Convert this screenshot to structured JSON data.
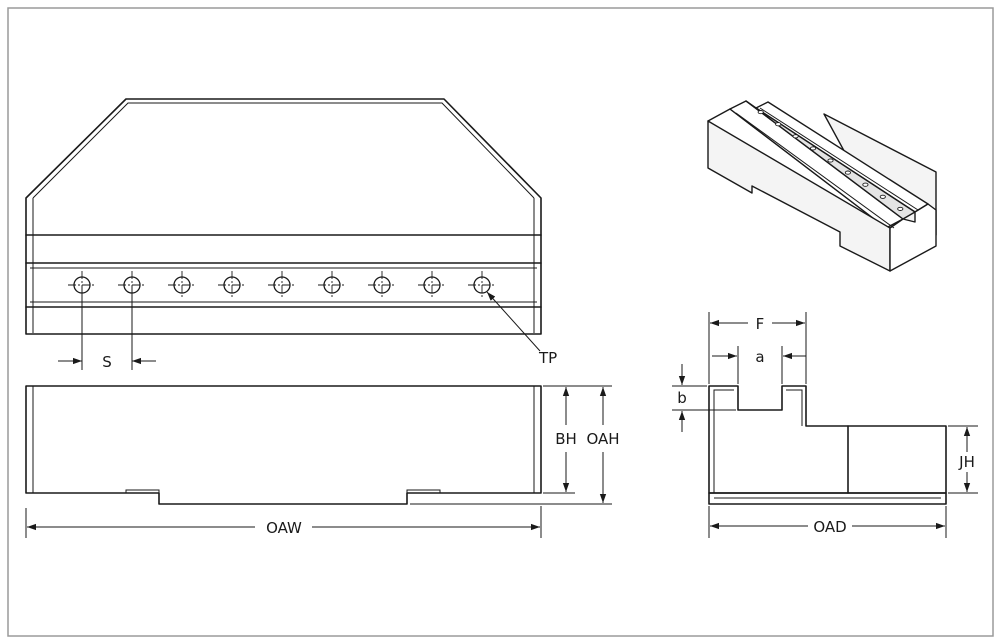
{
  "labels": {
    "s": "S",
    "tp": "TP",
    "oaw": "OAW",
    "bh": "BH",
    "oah": "OAH",
    "f": "F",
    "a": "a",
    "b": "b",
    "jh": "JH",
    "oad": "OAD"
  },
  "hole_count": 9
}
